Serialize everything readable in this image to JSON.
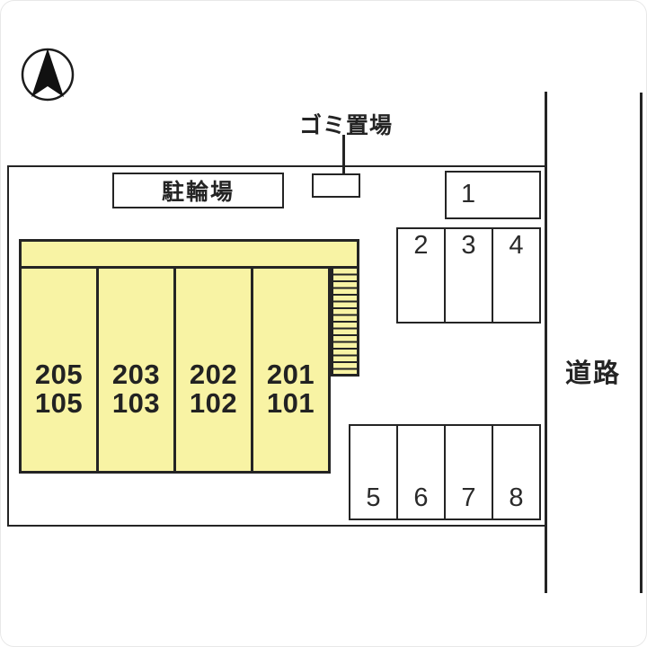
{
  "labels": {
    "garbage_area": "ゴミ置場",
    "bicycle_parking": "駐輪場",
    "road": "道路"
  },
  "compass": {
    "icon": "north-arrow"
  },
  "building": {
    "units": [
      {
        "line1": "205",
        "line2": "105"
      },
      {
        "line1": "203",
        "line2": "103"
      },
      {
        "line1": "202",
        "line2": "102"
      },
      {
        "line1": "201",
        "line2": "101"
      }
    ]
  },
  "parking": {
    "row1": [
      "1"
    ],
    "row2": [
      "2",
      "3",
      "4"
    ],
    "row3": [
      "5",
      "6",
      "7",
      "8"
    ]
  },
  "colors": {
    "building_fill": "#F8F3A4",
    "line": "#242424"
  }
}
